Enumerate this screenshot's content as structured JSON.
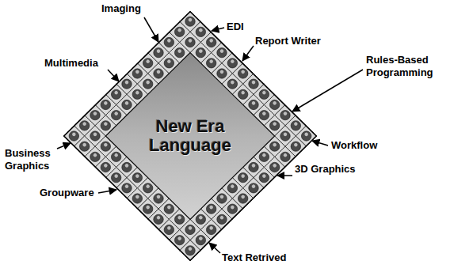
{
  "diagram": {
    "nodes": [
      {
        "text": [
          "New Era Language"
        ]
      }
    ],
    "labels": [
      "Imaging",
      "EDI",
      "Multimedia",
      "Report Writer",
      "Rules-Based Programming",
      "Workflow",
      "Business Graphics",
      "3D Graphics",
      "Groupware",
      "Text Retrived"
    ]
  }
}
